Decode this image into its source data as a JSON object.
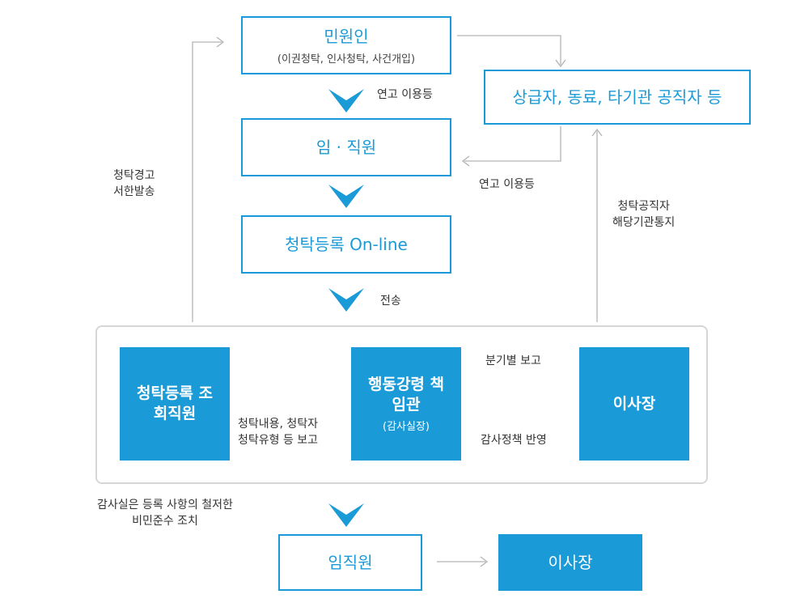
{
  "nodes": {
    "petitioner": {
      "label": "민원인",
      "sub": "(이권청탁, 인사청탁, 사건개입)"
    },
    "colleagues": {
      "label": "상급자, 동료, 타기관 공직자 등"
    },
    "staff": {
      "label": "임 · 직원"
    },
    "online": {
      "label": "청탁등록 On-line"
    },
    "reviewer": {
      "label": "청탁등록 조회직원"
    },
    "officer": {
      "label": "행동강령 책임관",
      "sub": "(감사실장)"
    },
    "director_inner": {
      "label": "이사장"
    },
    "staff_bottom": {
      "label": "임직원"
    },
    "director_bottom": {
      "label": "이사장"
    }
  },
  "edge_labels": {
    "connections_1": "연고 이용등",
    "connections_2": "연고 이용등",
    "transmit": "전송",
    "warning": [
      "청탁경고",
      "서한발송"
    ],
    "notify": [
      "청탁공직자",
      "해당기관통지"
    ],
    "report_content": [
      "청탁내용, 청탁자",
      "청탁유형 등 보고"
    ],
    "quarterly": "분기별 보고",
    "audit_policy": "감사정책 반영",
    "confidential": [
      "감사실은 등록 사항의 철저한",
      "비민준수 조치"
    ]
  },
  "colors": {
    "accent": "#1a9ad6",
    "line": "#b3b3b3",
    "container_border": "#d6d6d6"
  }
}
